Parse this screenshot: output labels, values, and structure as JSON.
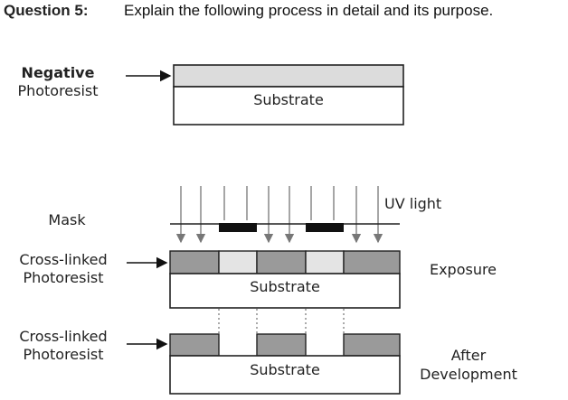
{
  "question": {
    "number_label": "Question 5:",
    "prompt": "Explain the following process in detail and its purpose."
  },
  "diagram": {
    "top": {
      "label_bold": "Negative",
      "label_normal": "Photoresist",
      "substrate": "Substrate"
    },
    "exposure": {
      "uv_label": "UV light",
      "mask_label": "Mask",
      "resist_label_line1": "Cross-linked",
      "resist_label_line2": "Photoresist",
      "substrate": "Substrate",
      "stage_label": "Exposure"
    },
    "development": {
      "resist_label_line1": "Cross-linked",
      "resist_label_line2": "Photoresist",
      "substrate": "Substrate",
      "stage_label_line1": "After",
      "stage_label_line2": "Development"
    },
    "colors": {
      "unexposed_resist": "#dcdcdc",
      "crosslinked_resist": "#9a9a9a",
      "mask": "#111111",
      "arrow": "#777777"
    }
  }
}
